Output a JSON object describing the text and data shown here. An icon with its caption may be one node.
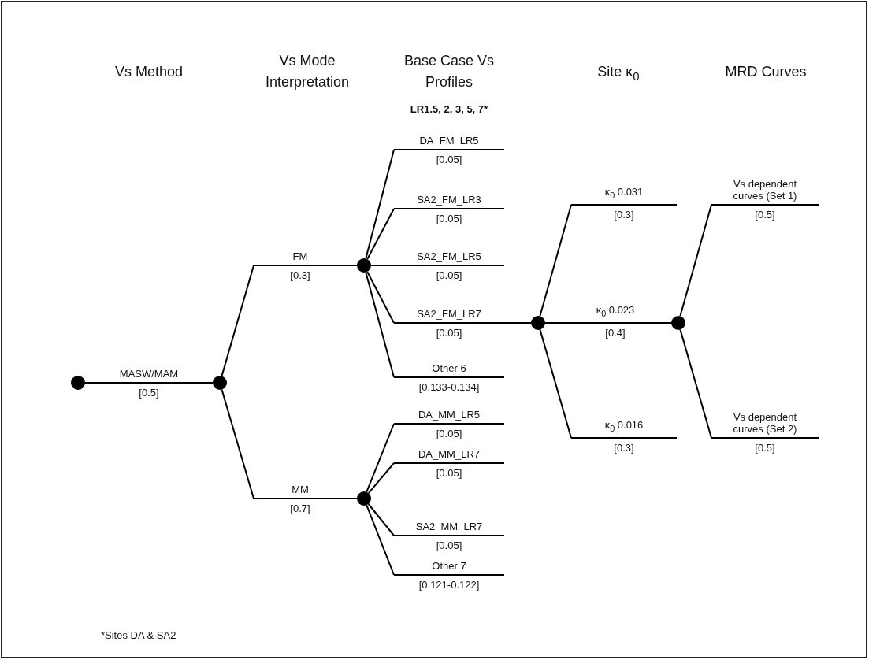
{
  "diagram": {
    "nodes": [
      {
        "text": [],
        "shape": "circle"
      },
      {
        "text": [
          "MASW/MAM",
          "[0.5]"
        ]
      },
      {
        "text": [],
        "shape": "circle"
      },
      {
        "text": [
          "FM",
          "[0.3]"
        ]
      },
      {
        "text": [],
        "shape": "circle"
      },
      {
        "text": [
          "DA_FM_LR5",
          "[0.05]"
        ]
      },
      {
        "text": [
          "SA2_FM_LR3",
          "[0.05]"
        ]
      },
      {
        "text": [
          "SA2_FM_LR5",
          "[0.05]"
        ]
      },
      {
        "text": [
          "SA2_FM_LR7",
          "[0.05]"
        ]
      },
      {
        "text": [
          "Other 6",
          "[0.133-0.134]"
        ]
      },
      {
        "text": [],
        "shape": "circle"
      },
      {
        "text": [
          "κ$_{0}$ 0.031",
          "[0.3]"
        ]
      },
      {
        "text": [
          "κ$_{0}$ 0.023",
          "[0.4]"
        ]
      },
      {
        "text": [
          "κ$_{0}$ 0.016",
          "[0.3]"
        ]
      },
      {
        "text": [],
        "shape": "circle"
      },
      {
        "text": [
          "Vs dependent curves (Set 1)",
          "[0.5]"
        ]
      },
      {
        "text": [
          "Vs dependent curves (Set 2)",
          "[0.5]"
        ]
      },
      {
        "text": [
          "MM",
          "[0.7]"
        ]
      },
      {
        "text": [],
        "shape": "circle"
      },
      {
        "text": [
          "DA_MM_LR5",
          "[0.05]"
        ]
      },
      {
        "text": [
          "DA_MM_LR7",
          "[0.05]"
        ]
      },
      {
        "text": [
          "SA2_MM_LR7",
          "[0.05]"
        ]
      },
      {
        "text": [
          "Other 7",
          "[0.121-0.122]"
        ]
      }
    ],
    "edges": [
      {
        "from": 0,
        "to": 1,
        "arrow": "none"
      },
      {
        "from": 1,
        "to": 2,
        "arrow": "none"
      },
      {
        "from": 2,
        "to": 3,
        "arrow": "none"
      },
      {
        "from": 3,
        "to": 4,
        "arrow": "none"
      },
      {
        "from": 4,
        "to": 5,
        "arrow": "none"
      },
      {
        "from": 4,
        "to": 6,
        "arrow": "none"
      },
      {
        "from": 4,
        "to": 7,
        "arrow": "none"
      },
      {
        "from": 4,
        "to": 8,
        "arrow": "none"
      },
      {
        "from": 4,
        "to": 9,
        "arrow": "none"
      },
      {
        "from": 8,
        "to": 10,
        "arrow": "none"
      },
      {
        "from": 10,
        "to": 11,
        "arrow": "none"
      },
      {
        "from": 10,
        "to": 12,
        "arrow": "none"
      },
      {
        "from": 10,
        "to": 13,
        "arrow": "none"
      },
      {
        "from": 12,
        "to": 14,
        "arrow": "none"
      },
      {
        "from": 14,
        "to": 15,
        "arrow": "none"
      },
      {
        "from": 14,
        "to": 16,
        "arrow": "none"
      },
      {
        "from": 2,
        "to": 17,
        "arrow": "none"
      },
      {
        "from": 17,
        "to": 18,
        "arrow": "none"
      },
      {
        "from": 18,
        "to": 19,
        "arrow": "none"
      },
      {
        "from": 18,
        "to": 20,
        "arrow": "none"
      },
      {
        "from": 18,
        "to": 21,
        "arrow": "none"
      },
      {
        "from": 18,
        "to": 22,
        "arrow": "none"
      }
    ],
    "labels": [
      "Vs Method",
      "Vs Mode Interpretation",
      "Base Case Vs Profiles",
      "Site κ$_{0}$",
      "MRD Curves",
      "LR1.5, 2, 3, 5, 7*",
      "*Sites DA & SA2"
    ]
  }
}
